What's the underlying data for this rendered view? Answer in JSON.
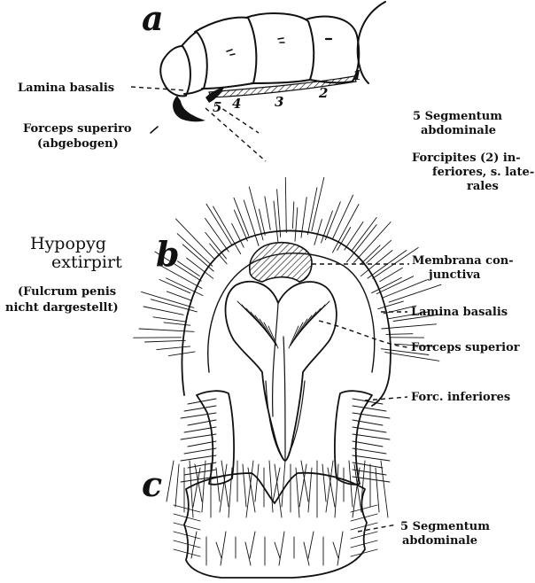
{
  "panels": {
    "a": {
      "letter": "a",
      "labels": {
        "lamina_basalis": "Lamina basalis",
        "forceps_superior_l1": "Forceps superiro",
        "forceps_superior_l2": "(abgebogen)",
        "segmentum_l1": "5 Segmentum",
        "segmentum_l2": "abdominale",
        "forcipites_l1": "Forcipites (2) in-",
        "forcipites_l2": "feriores, s. late-",
        "forcipites_l3": "rales"
      },
      "segment_numbers": [
        "1",
        "2",
        "3",
        "4",
        "5"
      ]
    },
    "b": {
      "letter": "b",
      "title_l1": "Hypopyg",
      "title_l2": "extirpirt",
      "note_l1": "(Fulcrum penis",
      "note_l2": "nicht dargestellt)",
      "labels": {
        "membrana_l1": "Membrana con-",
        "membrana_l2": "junctiva",
        "lamina_basalis": "Lamina basalis",
        "forceps_superior": "Forceps superior",
        "forc_inferiores": "Forc. inferiores"
      }
    },
    "c": {
      "letter": "c",
      "labels": {
        "segmentum_l1": "5 Segmentum",
        "segmentum_l2": "abdominale"
      }
    }
  }
}
